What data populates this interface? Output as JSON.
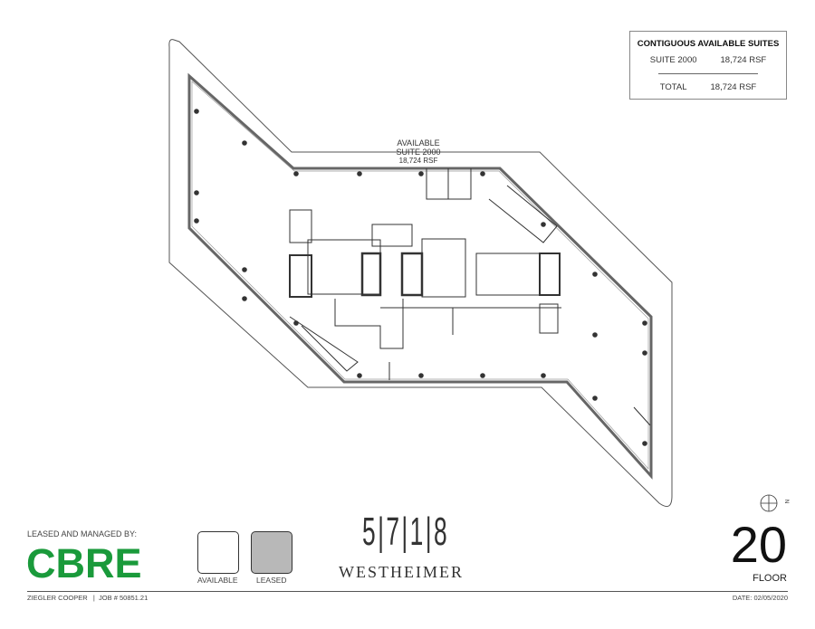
{
  "summary_box": {
    "title": "CONTIGUOUS AVAILABLE SUITES",
    "rows": [
      {
        "label": "SUITE 2000",
        "value": "18,724 RSF"
      }
    ],
    "total": {
      "label": "TOTAL",
      "value": "18,724 RSF"
    }
  },
  "plan": {
    "suite_status": "AVAILABLE",
    "suite_name": "SUITE 2000",
    "suite_area": "18,724 RSF"
  },
  "branding": {
    "managed_by": "LEASED AND MANAGED BY:",
    "broker_logo": "CBRE",
    "building_logo_number": "5|7|1|8",
    "building_logo_name": "WESTHEIMER",
    "brand_color": "#1a9a3b"
  },
  "legend": [
    {
      "label": "AVAILABLE",
      "color": "#ffffff"
    },
    {
      "label": "LEASED",
      "color": "#b8b8b8"
    }
  ],
  "floor": {
    "number": "20",
    "label": "FLOOR"
  },
  "compass": {
    "icon": "north-arrow-icon",
    "direction": "N"
  },
  "footer": {
    "architect": "ZIEGLER COOPER   |  JOB # 50851.21",
    "date": "DATE: 02/05/2020"
  }
}
